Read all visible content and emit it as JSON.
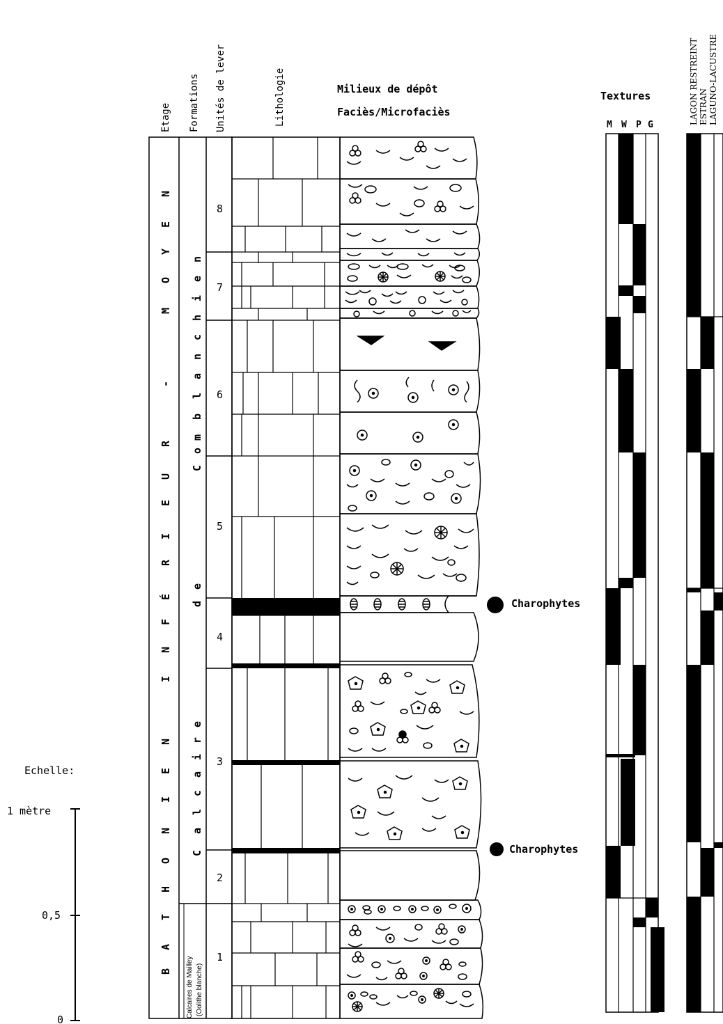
{
  "headers": {
    "etage": "Etage",
    "formations": "Formations",
    "unites": "Unités de lever",
    "lithologie": "Lithologie",
    "milieux": "Milieux de dépôt",
    "facies": "Faciès/Microfaciès",
    "textures": "Textures"
  },
  "texture_codes": [
    "M",
    "W",
    "P",
    "G"
  ],
  "environments": [
    "LAGON RESTREINT",
    "ESTRAN",
    "LAGUNO-LACUSTRE"
  ],
  "etage_upper": "B A T H O N I E N   I N F É R I E U R   -   M O Y E N",
  "etage_chars_upper": [
    "N",
    "E",
    "Y",
    "O",
    "M",
    "-",
    "R",
    "U",
    "E",
    "I",
    "R",
    "É",
    "F",
    "N",
    "I"
  ],
  "etage_chars_lower": [
    "N",
    "E",
    "I",
    "N",
    "O",
    "H",
    "T",
    "A",
    "B"
  ],
  "formation_upper_chars": [
    "n",
    "e",
    "i",
    "h",
    "c",
    "n",
    "a",
    "l",
    "b",
    "m",
    "o",
    "C"
  ],
  "formation_de_chars": [
    "e",
    "d"
  ],
  "formation_lower_chars": [
    "e",
    "r",
    "i",
    "a",
    "c",
    "l",
    "a",
    "C"
  ],
  "formation_lower_name": "Calcaire de Comblanchien",
  "mailley_line1": "Calcaires de Mailley",
  "mailley_line2": "(Oolithe blanche)",
  "units": [
    "8",
    "7",
    "6",
    "5",
    "4",
    "3",
    "2",
    "1"
  ],
  "annotations": [
    {
      "label": "Charophytes",
      "marker": "filled-circle"
    },
    {
      "label": "Charophytes",
      "marker": "filled-circle"
    }
  ],
  "scale": {
    "title": "Echelle:",
    "labels": [
      "1 mètre",
      "0,5",
      "0"
    ]
  }
}
